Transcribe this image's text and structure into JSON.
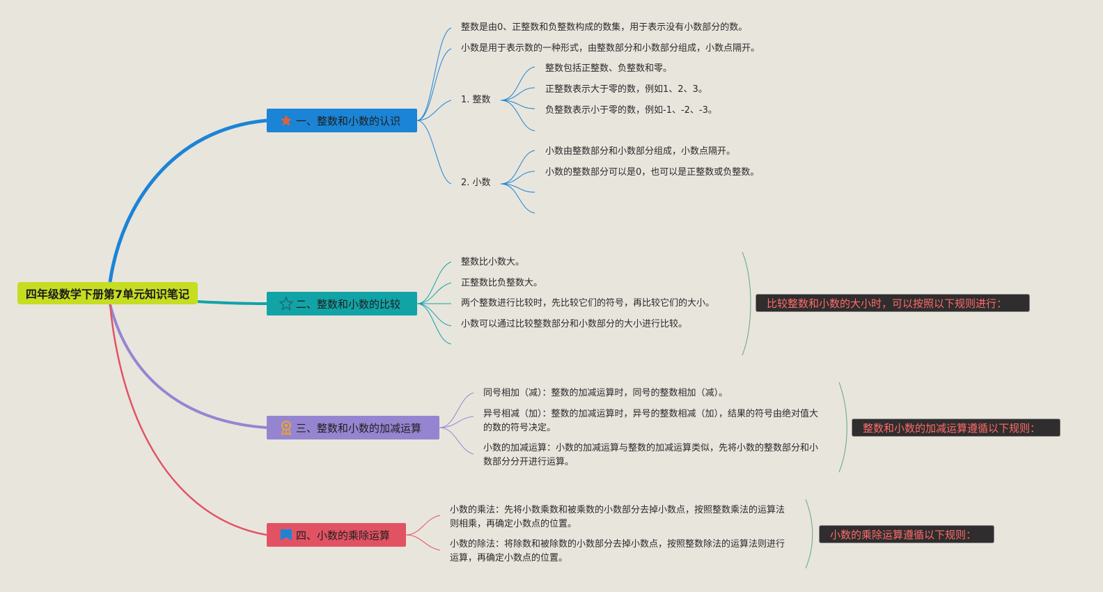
{
  "root": {
    "label": "四年级数学下册第7单元知识笔记"
  },
  "branches": [
    {
      "label": "一、整数和小数的认识",
      "icon": "star-icon",
      "color": "#1b84d6",
      "items": [
        "整数是由0、正整数和负整数构成的数集，用于表示没有小数部分的数。",
        "小数是用于表示数的一种形式，由整数部分和小数部分组成，小数点隔开。"
      ],
      "subtopics": [
        {
          "label": "1. 整数",
          "items": [
            "整数包括正整数、负整数和零。",
            "正整数表示大于零的数，例如1、2、3。",
            "负整数表示小于零的数，例如-1、-2、-3。"
          ]
        },
        {
          "label": "2. 小数",
          "items": [
            "小数由整数部分和小数部分组成，小数点隔开。",
            "小数的整数部分可以是0，也可以是正整数或负整数。"
          ]
        }
      ]
    },
    {
      "label": "二、整数和小数的比较",
      "icon": "star-outline-icon",
      "color": "#12a3a7",
      "items": [
        "整数比小数大。",
        "正整数比负整数大。",
        "两个整数进行比较时，先比较它们的符号，再比较它们的大小。",
        "小数可以通过比较整数部分和小数部分的大小进行比较。"
      ],
      "summary": "比较整数和小数的大小时，可以按照以下规则进行："
    },
    {
      "label": "三、整数和小数的加减运算",
      "icon": "award-icon",
      "color": "#9585d1",
      "items": [
        "同号相加（减）：整数的加减运算时，同号的整数相加（减）。",
        "异号相减（加）：整数的加减运算时，异号的整数相减（加），结果的符号由绝对值大的数的符号决定。",
        "小数的加减运算：小数的加减运算与整数的加减运算类似，先将小数的整数部分和小数部分分开进行运算。"
      ],
      "summary": "整数和小数的加减运算遵循以下规则："
    },
    {
      "label": "四、小数的乘除运算",
      "icon": "flag-icon",
      "color": "#e15363",
      "items": [
        "小数的乘法：先将小数乘数和被乘数的小数部分去掉小数点，按照整数乘法的运算法则相乘，再确定小数点的位置。",
        "小数的除法：将除数和被除数的小数部分去掉小数点，按照整数除法的运算法则进行运算，再确定小数点的位置。"
      ],
      "summary": "小数的乘除运算遵循以下规则："
    }
  ],
  "colors": {
    "background": "#e8e5dd",
    "root": "#c6dd22",
    "summary_bg": "#2f2d2d",
    "summary_text": "#ff6b6b",
    "bracket": "#5fa77f"
  }
}
